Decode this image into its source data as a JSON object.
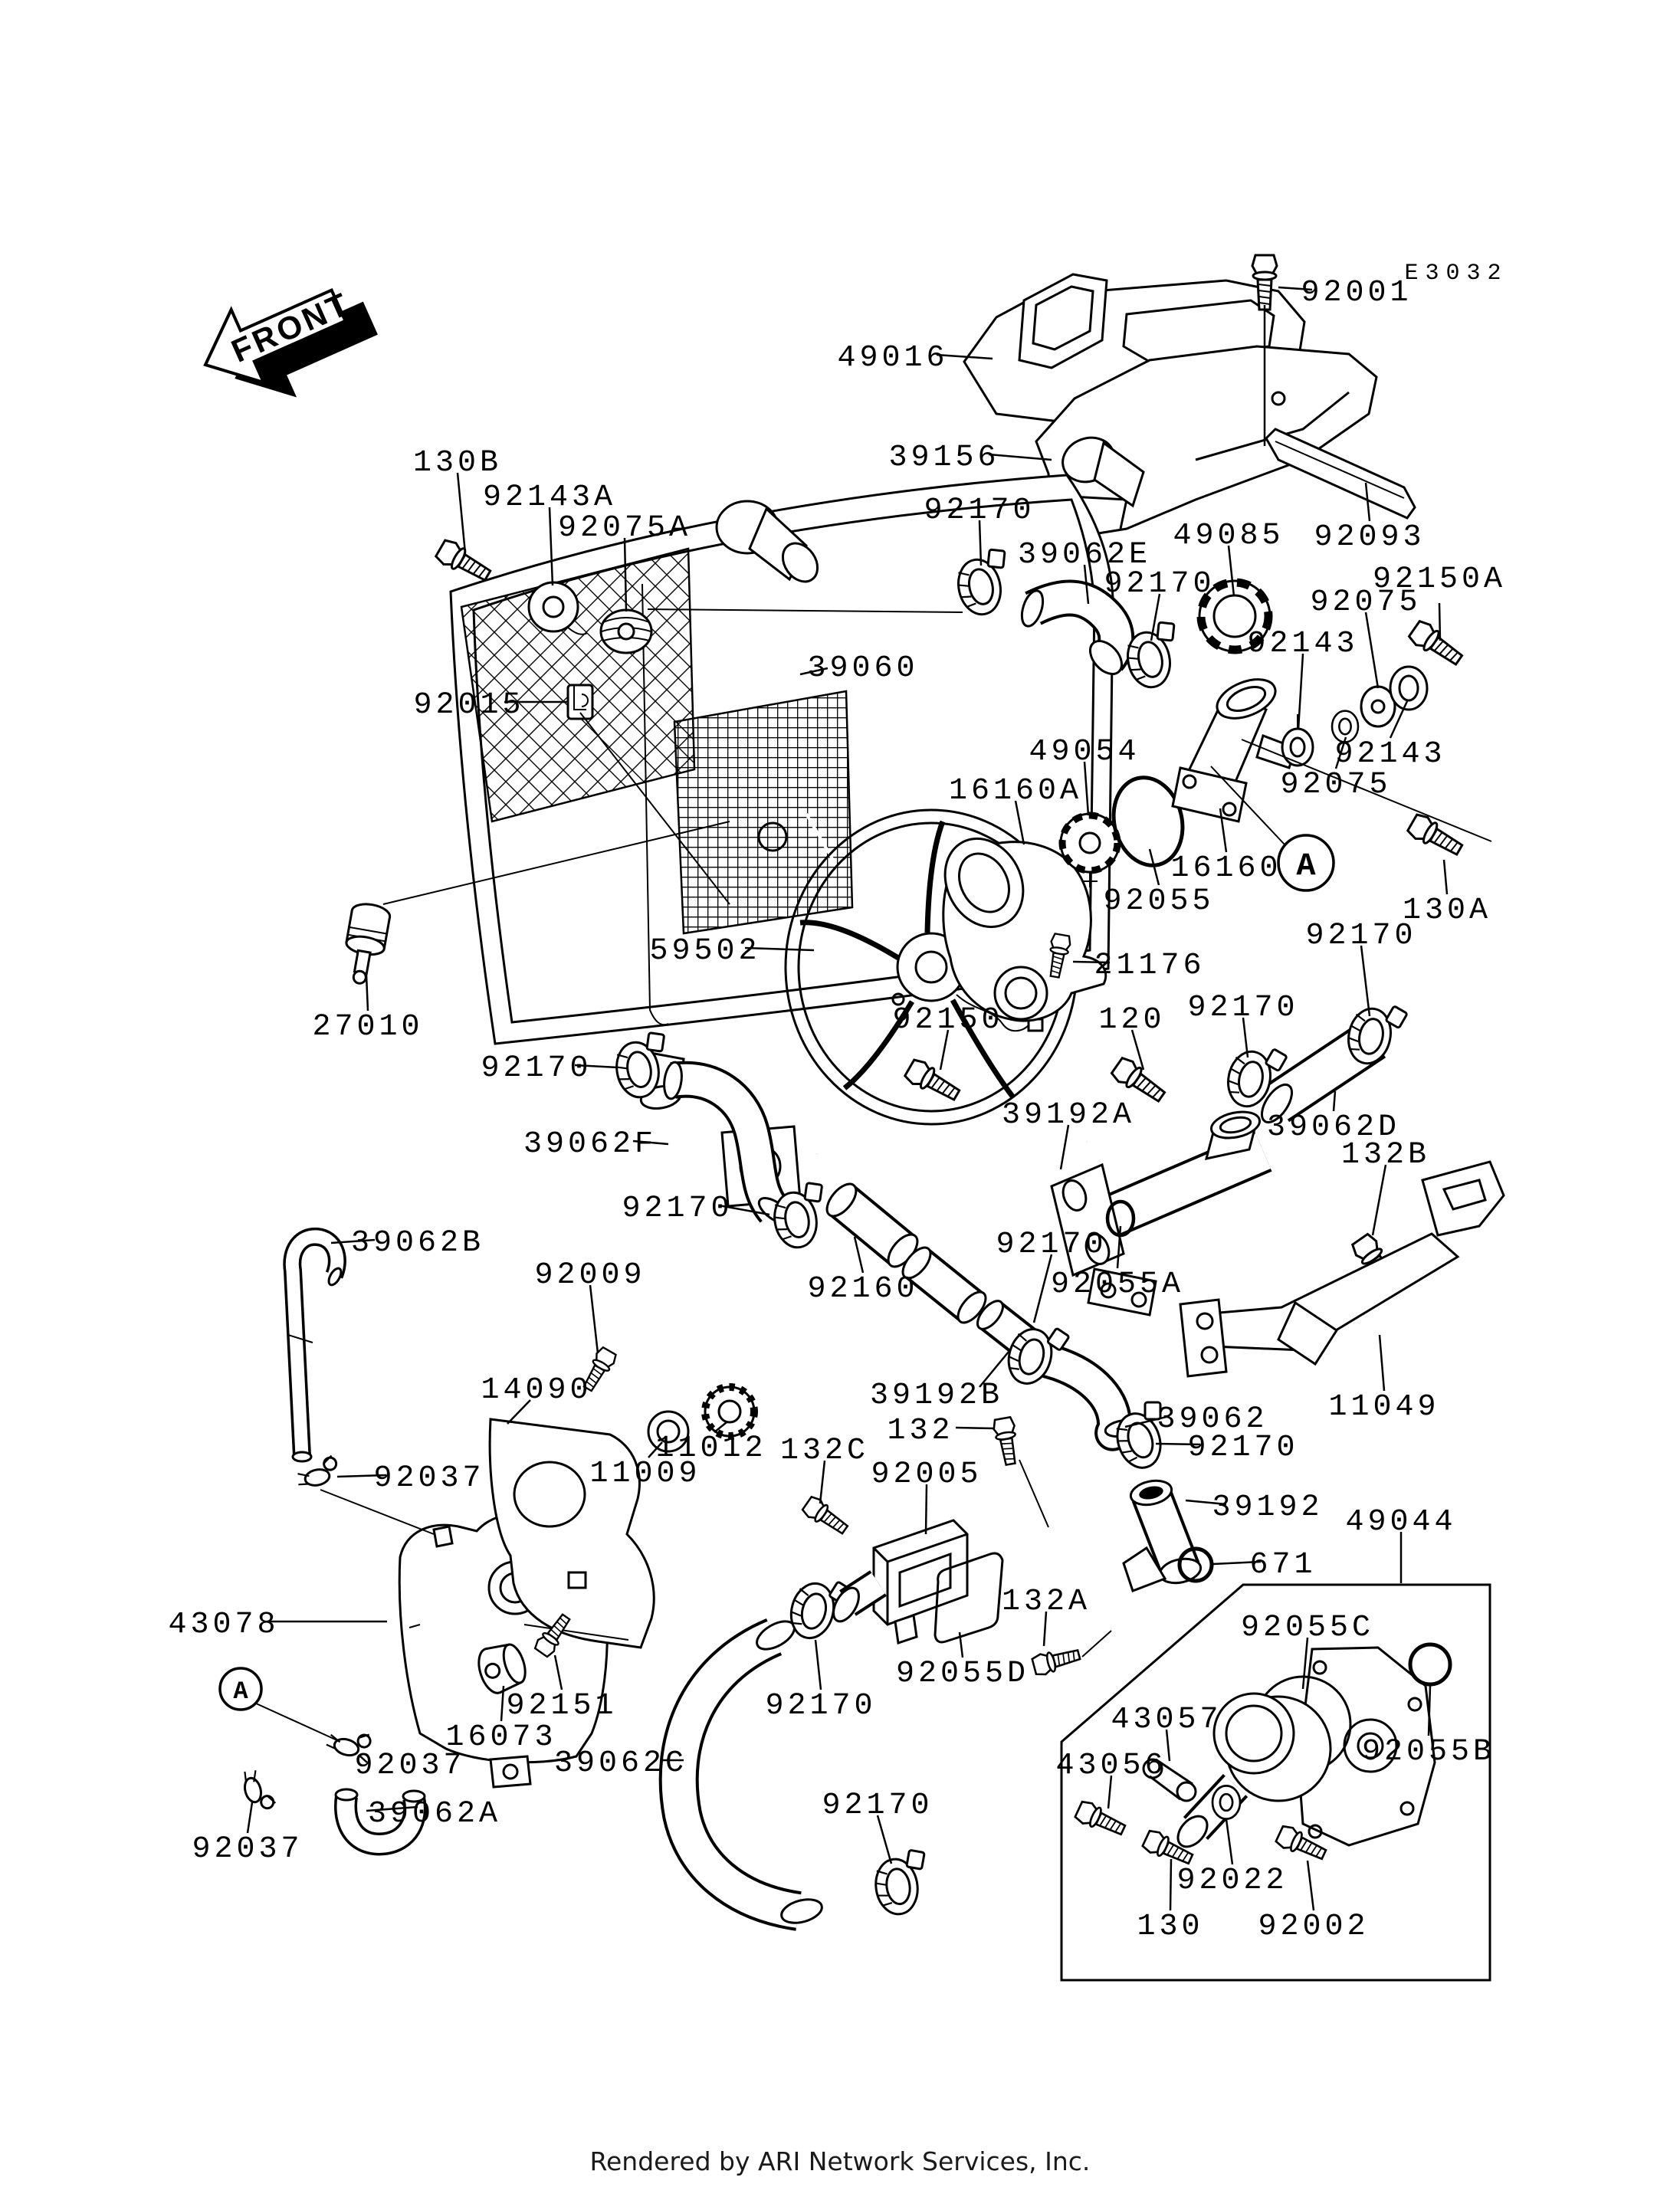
{
  "diagram": {
    "code": "E3032",
    "front_marker": "FRONT",
    "view_reference": "A",
    "footer": "Rendered by ARI Network Services, Inc.",
    "title_implicit": "Radiator parts diagram"
  },
  "callouts": [
    {
      "part_no": "92001"
    },
    {
      "part_no": "49016"
    },
    {
      "part_no": "39156"
    },
    {
      "part_no": "92093"
    },
    {
      "part_no": "92170"
    },
    {
      "part_no": "39062E"
    },
    {
      "part_no": "92170"
    },
    {
      "part_no": "49085"
    },
    {
      "part_no": "92150A"
    },
    {
      "part_no": "92075"
    },
    {
      "part_no": "92143"
    },
    {
      "part_no": "130B"
    },
    {
      "part_no": "92143A"
    },
    {
      "part_no": "92075A"
    },
    {
      "part_no": "92015"
    },
    {
      "part_no": "39060"
    },
    {
      "part_no": "92143"
    },
    {
      "part_no": "92075"
    },
    {
      "part_no": "49054"
    },
    {
      "part_no": "16160A"
    },
    {
      "part_no": "16160"
    },
    {
      "part_no": "92055"
    },
    {
      "part_no": "130A"
    },
    {
      "part_no": "27010"
    },
    {
      "part_no": "59502"
    },
    {
      "part_no": "21176"
    },
    {
      "part_no": "92150"
    },
    {
      "part_no": "120"
    },
    {
      "part_no": "92170"
    },
    {
      "part_no": "92170"
    },
    {
      "part_no": "92170"
    },
    {
      "part_no": "39062F"
    },
    {
      "part_no": "39192A"
    },
    {
      "part_no": "39062D"
    },
    {
      "part_no": "132B"
    },
    {
      "part_no": "92170"
    },
    {
      "part_no": "92170"
    },
    {
      "part_no": "92160"
    },
    {
      "part_no": "92055A"
    },
    {
      "part_no": "39192B"
    },
    {
      "part_no": "11049"
    },
    {
      "part_no": "39062"
    },
    {
      "part_no": "39062B"
    },
    {
      "part_no": "92009"
    },
    {
      "part_no": "14090"
    },
    {
      "part_no": "92037"
    },
    {
      "part_no": "11012"
    },
    {
      "part_no": "11009"
    },
    {
      "part_no": "43078"
    },
    {
      "part_no": "132C"
    },
    {
      "part_no": "132"
    },
    {
      "part_no": "92005"
    },
    {
      "part_no": "92170"
    },
    {
      "part_no": "39192"
    },
    {
      "part_no": "671"
    },
    {
      "part_no": "49044"
    },
    {
      "part_no": "92151"
    },
    {
      "part_no": "16073"
    },
    {
      "part_no": "92037"
    },
    {
      "part_no": "39062C"
    },
    {
      "part_no": "39062A"
    },
    {
      "part_no": "92037"
    },
    {
      "part_no": "92170"
    },
    {
      "part_no": "92170"
    },
    {
      "part_no": "92055D"
    },
    {
      "part_no": "132A"
    },
    {
      "part_no": "92055C"
    },
    {
      "part_no": "43057"
    },
    {
      "part_no": "43056"
    },
    {
      "part_no": "92022"
    },
    {
      "part_no": "130"
    },
    {
      "part_no": "92002"
    },
    {
      "part_no": "92055B"
    }
  ]
}
